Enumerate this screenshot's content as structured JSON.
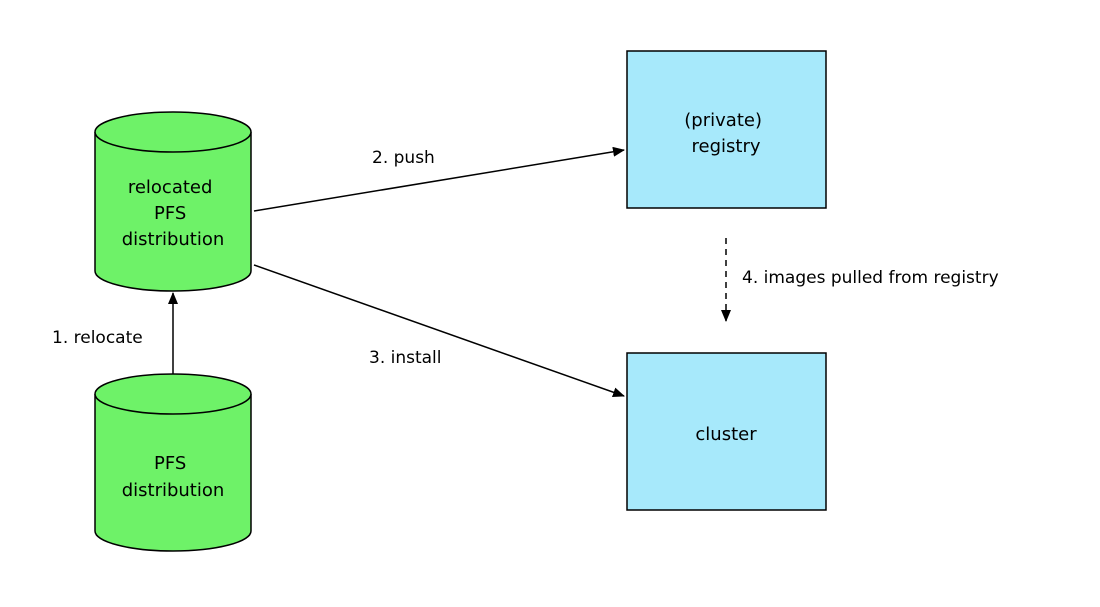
{
  "nodes": {
    "relocated": {
      "lines": [
        "relocated",
        "PFS",
        "distribution"
      ],
      "fill": "#6ef268"
    },
    "original": {
      "lines": [
        "PFS",
        "distribution"
      ],
      "fill": "#6ef268"
    },
    "registry": {
      "lines": [
        "(private)",
        "registry"
      ],
      "fill": "#a7e9fb"
    },
    "cluster": {
      "lines": [
        "cluster"
      ],
      "fill": "#a7e9fb"
    }
  },
  "edges": {
    "relocate": "1. relocate",
    "push": "2. push",
    "install": "3. install",
    "pull": "4. images pulled from registry"
  },
  "colors": {
    "stroke": "#000000",
    "background": "#ffffff"
  }
}
